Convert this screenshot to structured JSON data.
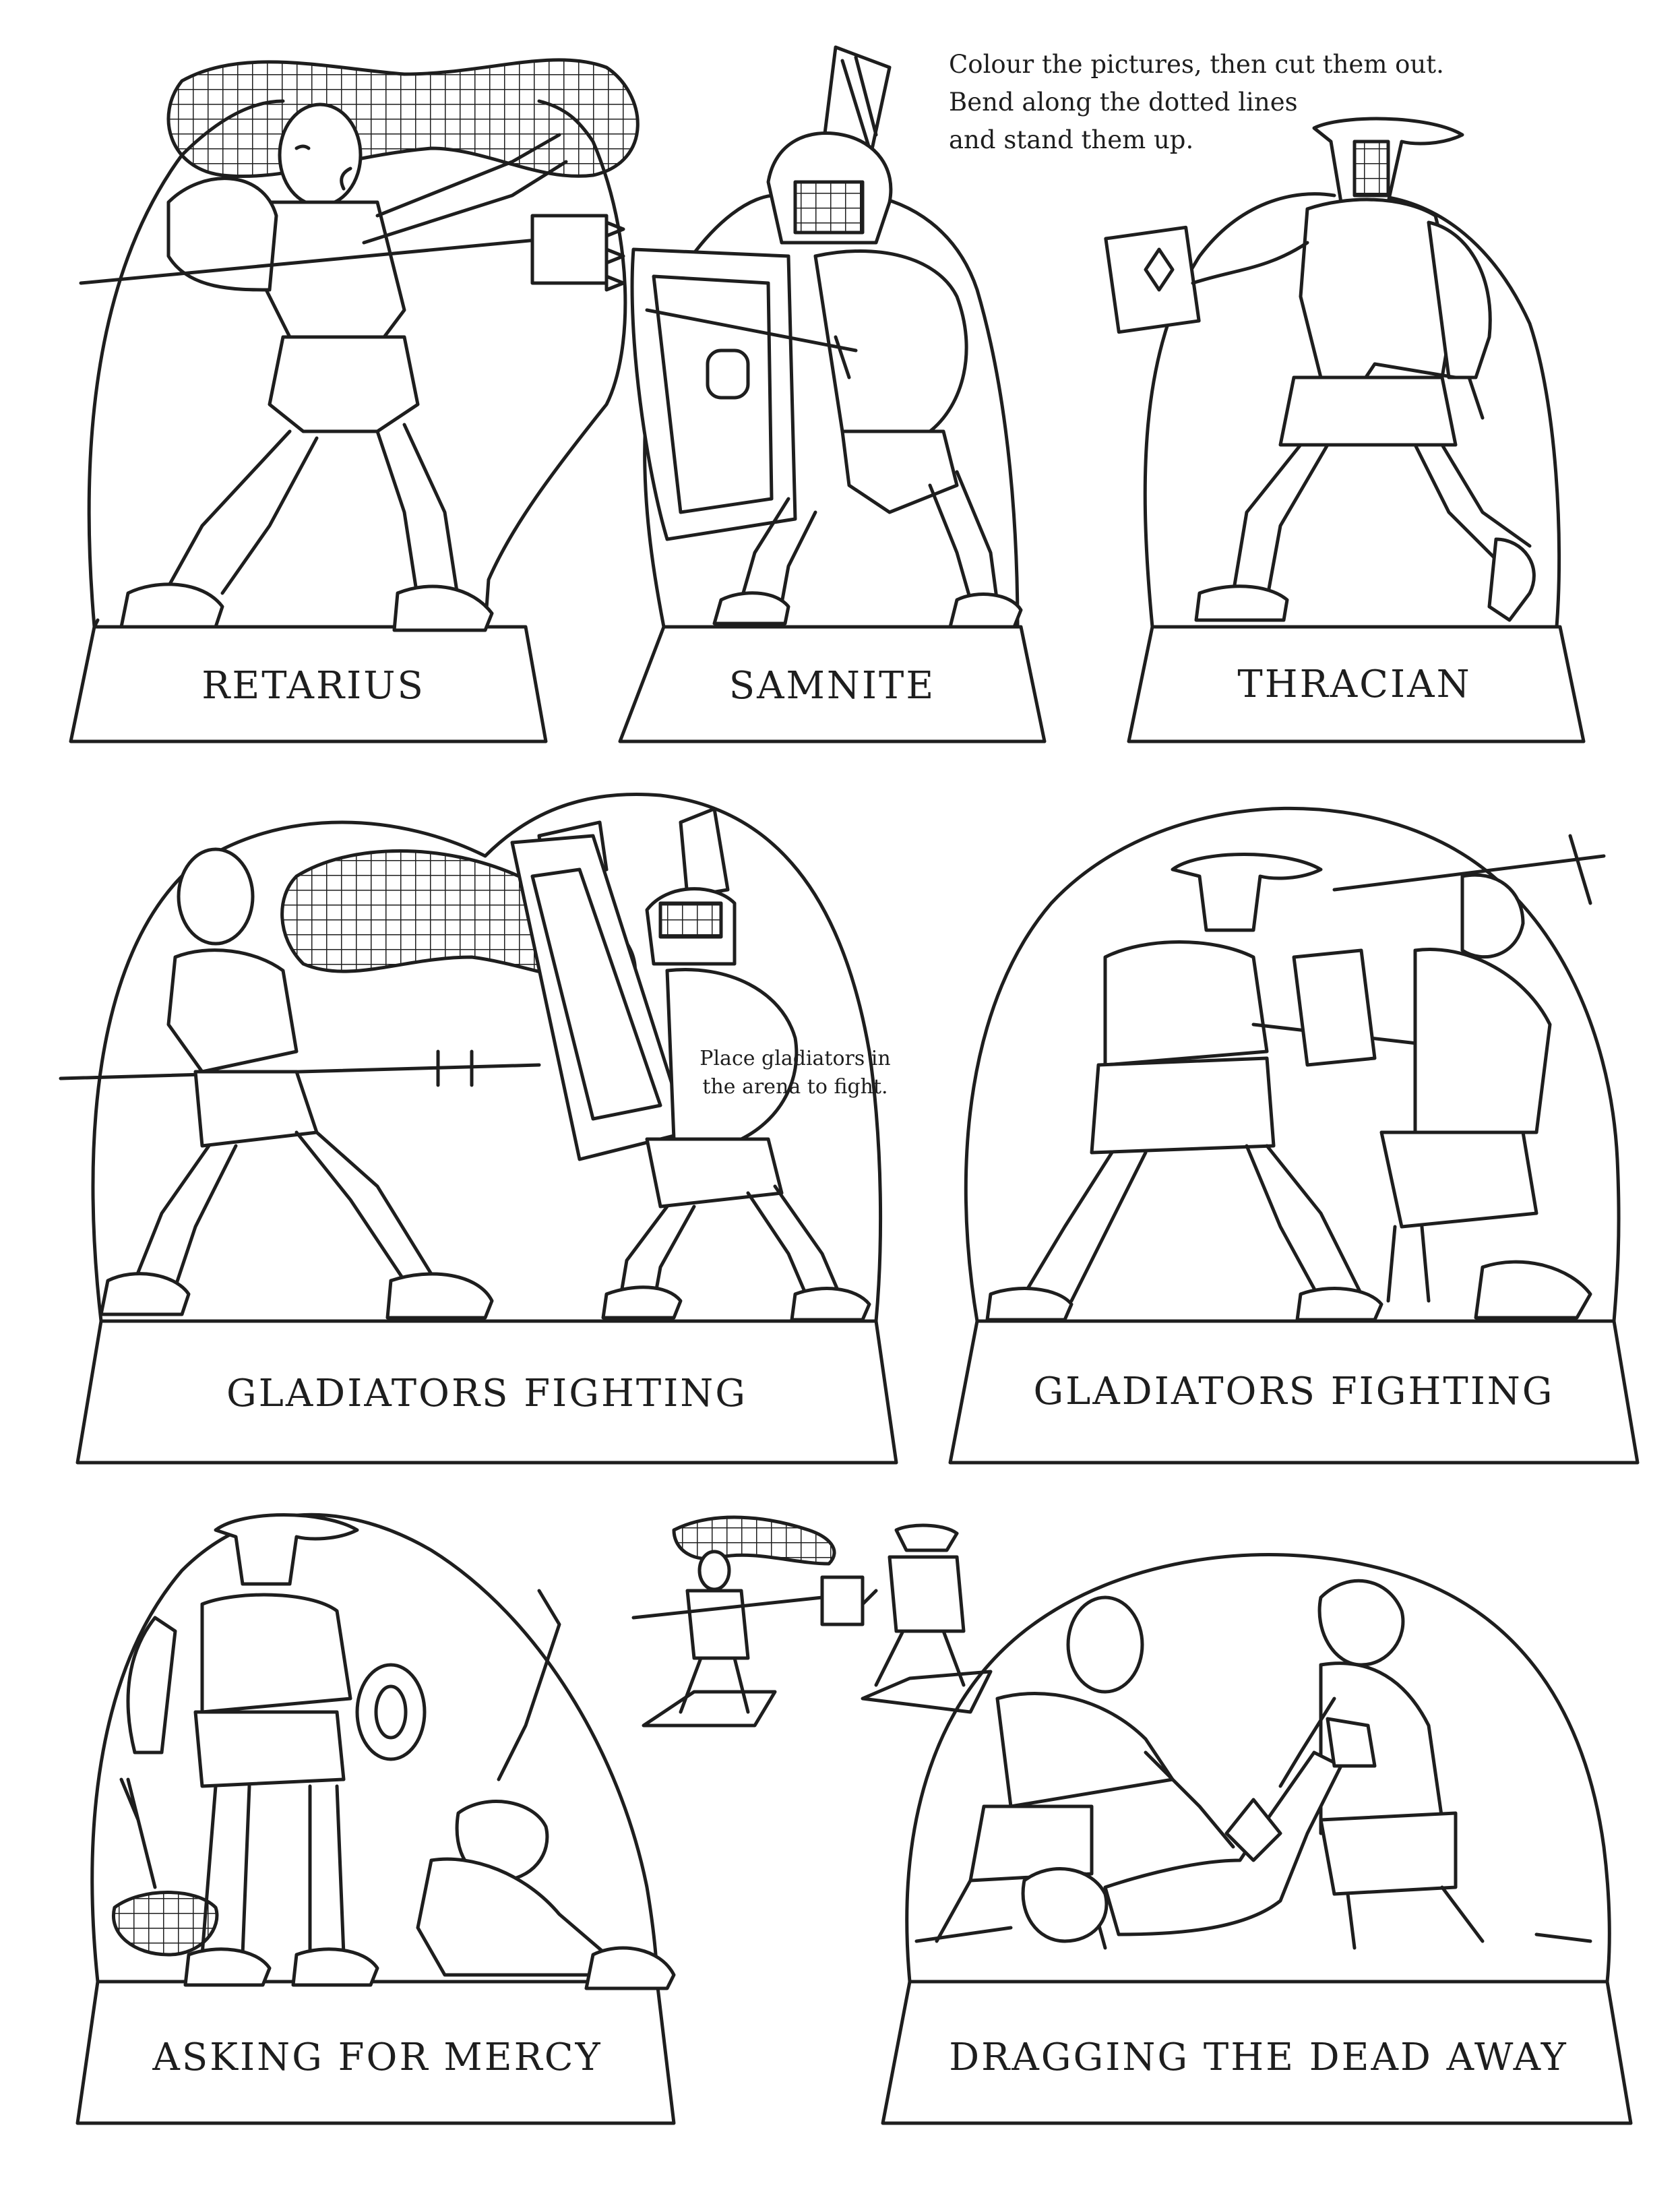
{
  "instructions": {
    "lines": [
      "Colour the pictures, then cut them out.",
      "Bend along the dotted lines",
      "and stand them up."
    ]
  },
  "arena_note": {
    "lines": [
      "Place gladiators in",
      "the arena to fight."
    ]
  },
  "cutouts": [
    {
      "label": "RETARIUS"
    },
    {
      "label": "SAMNITE"
    },
    {
      "label": "THRACIAN"
    },
    {
      "label": "GLADIATORS FIGHTING"
    },
    {
      "label": "GLADIATORS FIGHTING"
    },
    {
      "label": "ASKING FOR MERCY"
    },
    {
      "label": "DRAGGING THE DEAD AWAY"
    }
  ],
  "colors": {
    "ink": "#1e1e1e",
    "paper": "#ffffff"
  }
}
